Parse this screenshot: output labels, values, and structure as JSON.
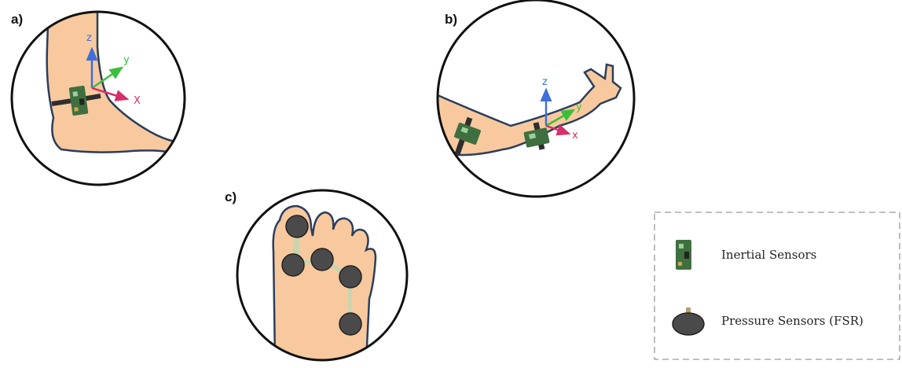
{
  "panels": {
    "a": {
      "label": "a)",
      "axes": {
        "z": "z",
        "y": "y",
        "x": "X"
      }
    },
    "b": {
      "label": "b)",
      "axes": {
        "z": "z",
        "y": "y",
        "x": "x"
      }
    },
    "c": {
      "label": "c)"
    }
  },
  "legend": {
    "items": [
      {
        "icon": "inertial-sensor-icon",
        "label": "Inertial Sensors"
      },
      {
        "icon": "pressure-sensor-icon",
        "label": "Pressure Sensors (FSR)"
      }
    ]
  },
  "colors": {
    "skin": "#f8c99e",
    "outline": "#2c3e5c",
    "axis_x": "#d62f6a",
    "axis_y": "#3bbf3b",
    "axis_z": "#3f6fd8",
    "sensor_board": "#3f6f3f",
    "fsr": "#4a4a4a"
  }
}
